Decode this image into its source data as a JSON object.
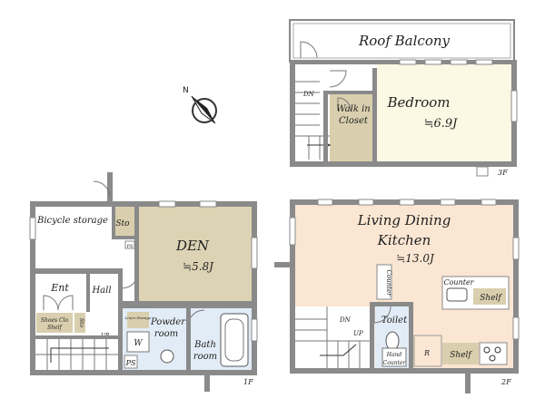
{
  "colors": {
    "wall": "#8a8a8a",
    "bedroom": "#fbf8e3",
    "closet": "#d9cfae",
    "den": "#dcd3b4",
    "ldk": "#fbe6d3",
    "wet": "#e2ecf6",
    "storage": "#d9cfae",
    "fixture": "#cfd8df"
  },
  "compass": {
    "north_label": "N"
  },
  "floors": {
    "f3": {
      "floor_label": "3F",
      "roof_balcony": "Roof Balcony",
      "bedroom": {
        "name": "Bedroom",
        "area": "≒6.9J"
      },
      "closet": {
        "line1": "Walk in",
        "line2": "Closet"
      },
      "stair_label": "DN"
    },
    "f2": {
      "floor_label": "2F",
      "ldk": {
        "line1": "Living Dining",
        "line2": "Kitchen",
        "area": "≒13.0J"
      },
      "counter_vertical": "Counter",
      "counter_top": "Counter",
      "shelf_right": "Shelf",
      "shelf_bottom": "Shelf",
      "r_label": "R",
      "toilet": "Toilet",
      "toilet_counter_a": "Hand",
      "toilet_counter_b": "Counter",
      "stair_dn": "DN",
      "stair_up": "UP"
    },
    "f1": {
      "floor_label": "1F",
      "bicycle": "Bicycle storage",
      "sto": "Sto",
      "ps_small": "PS",
      "den": {
        "name": "DEN",
        "area": "≒5.8J"
      },
      "ent": "Ent",
      "hall": "Hall",
      "shoes_line1": "Shoes Clo",
      "shoes_line2": "Shelf",
      "sto_vertical": "Sto",
      "powder_line1": "Powder",
      "powder_line2": "room",
      "storage_tag": "Linen Storage",
      "washer": "W",
      "bath_line1": "Bath",
      "bath_line2": "room",
      "ps": "PS",
      "stair_up": "UP"
    }
  }
}
